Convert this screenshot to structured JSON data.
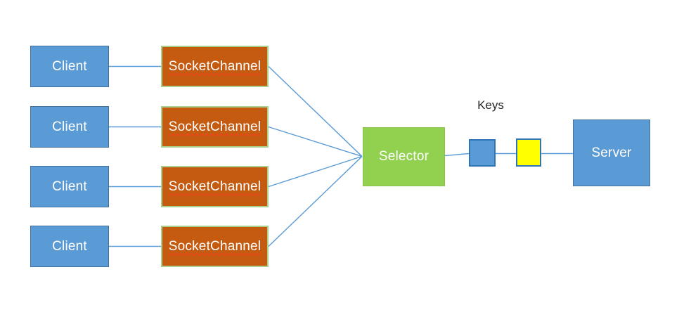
{
  "diagram": {
    "clients": [
      {
        "label": "Client"
      },
      {
        "label": "Client"
      },
      {
        "label": "Client"
      },
      {
        "label": "Client"
      }
    ],
    "channels": [
      {
        "label": "SocketChannel"
      },
      {
        "label": "SocketChannel"
      },
      {
        "label": "SocketChannel"
      },
      {
        "label": "SocketChannel"
      }
    ],
    "selector": {
      "label": "Selector"
    },
    "keys": {
      "label": "Keys"
    },
    "server": {
      "label": "Server"
    },
    "colors": {
      "client_fill": "#5B9BD5",
      "client_border": "#41719C",
      "channel_fill": "#C55A11",
      "channel_border": "#A9D18E",
      "channel_underline": "#FF3B1F",
      "selector_fill": "#92D050",
      "key_blue_fill": "#5B9BD5",
      "key_yellow_fill": "#FFFF00",
      "key_border": "#2E75B6",
      "server_fill": "#5B9BD5",
      "connector_line": "#5B9BD5",
      "box_label_text": "#FFFFFF",
      "keys_label_text": "#262626",
      "background": "#FFFFFF"
    }
  }
}
